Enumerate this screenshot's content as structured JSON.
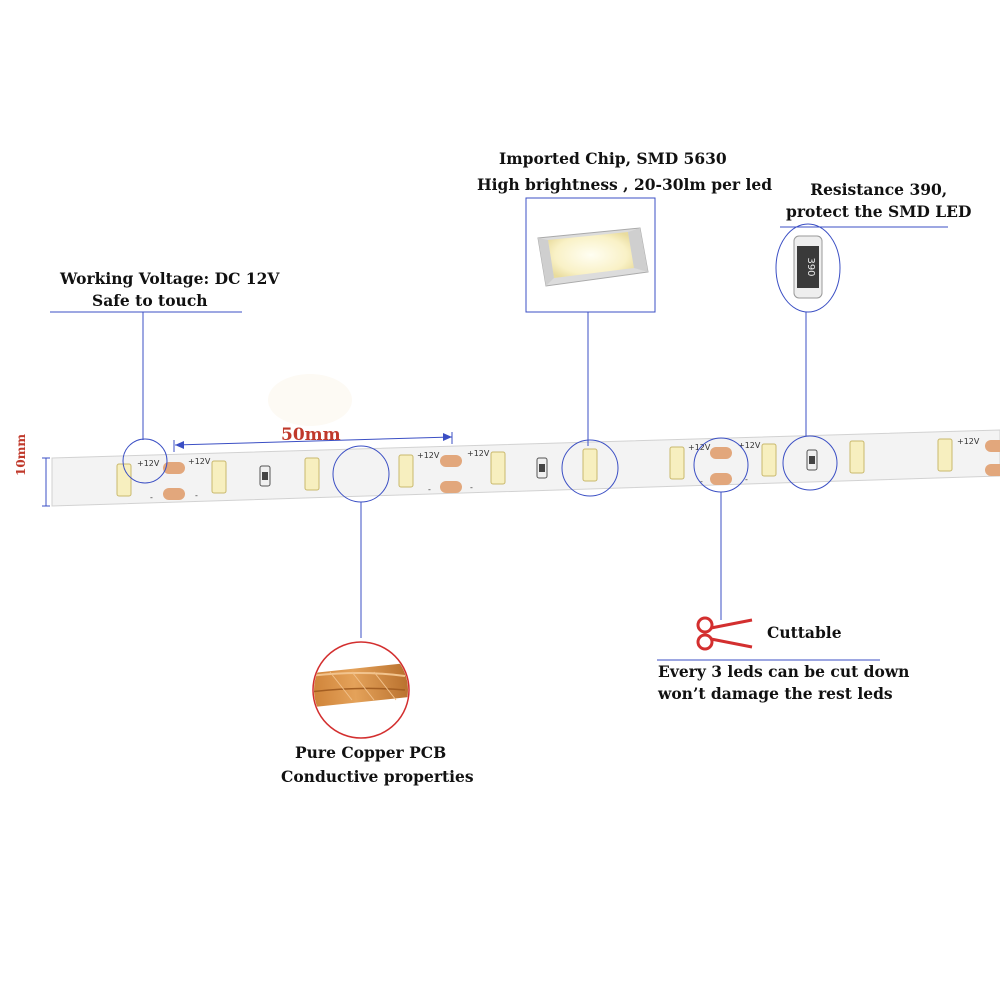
{
  "labels": {
    "voltage_line1": "Working Voltage: DC 12V",
    "voltage_line2": "Safe to touch",
    "chip_line1": "Imported Chip, SMD 5630",
    "chip_line2": "High brightness , 20-30lm per led",
    "resistor_line1": "Resistance 390,",
    "resistor_line2": "protect the SMD LED",
    "copper_line1": "Pure Copper PCB",
    "copper_line2": "Conductive properties",
    "cut_title": "Cuttable",
    "cut_line1": "Every 3 leds can be cut down",
    "cut_line2": "won’t damage the rest leds"
  },
  "dimensions": {
    "length": "50mm",
    "width": "10mm"
  },
  "strip_marks": {
    "positive": "+12V",
    "negative": "-",
    "resistor_code": "390"
  },
  "colors": {
    "callout_line": "#3b4fc4",
    "dimension_red": "#c0392b",
    "strip": "#f4f4f4",
    "led": "#f6f0b8",
    "pad": "#e2a77c",
    "copper": "#d48a3a"
  }
}
